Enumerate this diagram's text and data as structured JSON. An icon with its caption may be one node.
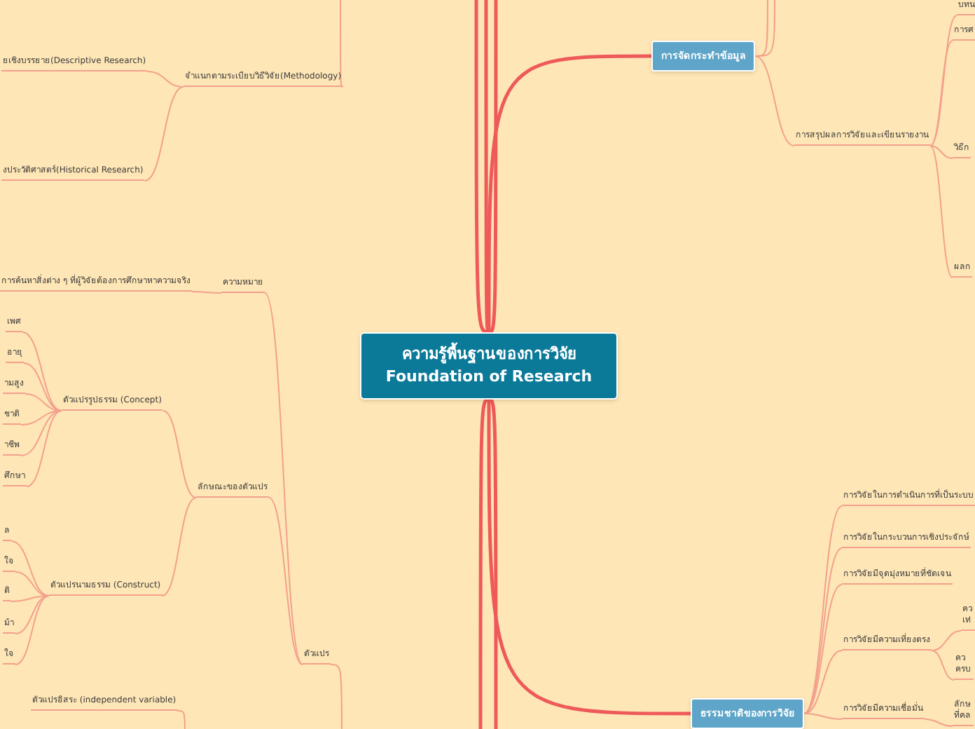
{
  "diagram": {
    "nodes": [
      {
        "text": [
          "ความรู้พื้นฐานของการวิจัย",
          "Foundation of Research"
        ]
      },
      {
        "text": [
          "การจัดกระทำข้อมูล"
        ]
      },
      {
        "text": [
          "ธรรมชาติของการวิจัย"
        ]
      },
      {
        "text": [
          "จำแนกตามระเบียบวิธีวิจัย(Methodology)"
        ]
      },
      {
        "text": [
          "ยเชิงบรรยาย(Descriptive Research)"
        ]
      },
      {
        "text": [
          "งประวัติศาสตร์(Historical Research)"
        ]
      },
      {
        "text": [
          "ความหมาย"
        ]
      },
      {
        "text": [
          "การค้นหาสิ่งต่าง ๆ ที่ผู้วิจัยต้องการศึกษาหาความจริง"
        ]
      },
      {
        "text": [
          "ตัวแปร"
        ]
      },
      {
        "text": [
          "ลักษณะของตัวแปร"
        ]
      },
      {
        "text": [
          "ตัวแปรรูปธรรม (Concept)"
        ]
      },
      {
        "text": [
          "เพศ"
        ]
      },
      {
        "text": [
          "อายุ"
        ]
      },
      {
        "text": [
          "ามสูง"
        ]
      },
      {
        "text": [
          "ชาติ"
        ]
      },
      {
        "text": [
          "าชีพ"
        ]
      },
      {
        "text": [
          "ศึกษา"
        ]
      },
      {
        "text": [
          "ตัวแปรนามธรรม (Construct)"
        ]
      },
      {
        "text": [
          "ล"
        ]
      },
      {
        "text": [
          "ใจ"
        ]
      },
      {
        "text": [
          "ติ"
        ]
      },
      {
        "text": [
          "ม้า"
        ]
      },
      {
        "text": [
          "ใจ"
        ]
      },
      {
        "text": [
          "การสรุปผลการวิจัยและเขียนรายงาน"
        ]
      },
      {
        "text": [
          "การวิจัยในการดำเนินการที่เป็นระบบ"
        ]
      },
      {
        "text": [
          "การวิจัยในกระบวนการเชิงประจักษ์"
        ]
      },
      {
        "text": [
          "การวิจัยมีจุดมุ่งหมายที่ชัดเจน"
        ]
      },
      {
        "text": [
          "การวิจัยมีความเที่ยงตรง"
        ]
      },
      {
        "text": [
          "การวิจัยมีความเชื่อมั่น"
        ]
      },
      {
        "text": [
          "บทน"
        ]
      },
      {
        "text": [
          "ตัวแปรอิสระ (independent variable)"
        ]
      },
      {
        "text": [
          "การศ"
        ]
      },
      {
        "text": [
          "วิธีก"
        ]
      },
      {
        "text": [
          "ผลก"
        ]
      },
      {
        "text": [
          "คว เท่"
        ]
      },
      {
        "text": [
          "คว ครบ"
        ]
      },
      {
        "text": [
          "ลักษ ที่คล"
        ]
      }
    ],
    "edges": [
      {
        "from": 0,
        "to": 1,
        "arrow": "none",
        "style": "thick",
        "color": "#ee5a5a"
      },
      {
        "from": 0,
        "to": 2,
        "arrow": "none",
        "style": "thick",
        "color": "#ee5a5a"
      },
      {
        "from": 0,
        "to": null,
        "arrow": "none",
        "style": "thick",
        "color": "#ee5a5a"
      },
      {
        "from": 0,
        "to": null,
        "arrow": "none",
        "style": "thick",
        "color": "#ee5a5a"
      },
      {
        "from": 0,
        "to": null,
        "arrow": "none",
        "style": "thick",
        "color": "#ee5a5a"
      },
      {
        "from": 0,
        "to": null,
        "arrow": "none",
        "style": "thick",
        "color": "#ee5a5a"
      },
      {
        "from": 0,
        "to": null,
        "arrow": "none",
        "style": "thick",
        "color": "#ee5a5a"
      },
      {
        "from": 1,
        "to": null,
        "arrow": "none"
      },
      {
        "from": 1,
        "to": null,
        "arrow": "none"
      },
      {
        "from": 1,
        "to": 23,
        "arrow": "none"
      },
      {
        "from": 23,
        "to": 29,
        "arrow": "none"
      },
      {
        "from": 23,
        "to": 31,
        "arrow": "none"
      },
      {
        "from": 23,
        "to": 32,
        "arrow": "none"
      },
      {
        "from": 23,
        "to": 33,
        "arrow": "none"
      },
      {
        "from": null,
        "to": 3,
        "arrow": "none"
      },
      {
        "from": 3,
        "to": 4,
        "arrow": "none"
      },
      {
        "from": 3,
        "to": 5,
        "arrow": "none"
      },
      {
        "from": null,
        "to": 8,
        "arrow": "none"
      },
      {
        "from": 8,
        "to": 6,
        "arrow": "none"
      },
      {
        "from": 6,
        "to": 7,
        "arrow": "none"
      },
      {
        "from": 8,
        "to": 9,
        "arrow": "none"
      },
      {
        "from": 9,
        "to": 10,
        "arrow": "none"
      },
      {
        "from": 9,
        "to": 17,
        "arrow": "none"
      },
      {
        "from": 10,
        "to": 11,
        "arrow": "none"
      },
      {
        "from": 10,
        "to": 12,
        "arrow": "none"
      },
      {
        "from": 10,
        "to": 13,
        "arrow": "none"
      },
      {
        "from": 10,
        "to": 14,
        "arrow": "none"
      },
      {
        "from": 10,
        "to": 15,
        "arrow": "none"
      },
      {
        "from": 10,
        "to": 16,
        "arrow": "none"
      },
      {
        "from": 17,
        "to": 18,
        "arrow": "none"
      },
      {
        "from": 17,
        "to": 19,
        "arrow": "none"
      },
      {
        "from": 17,
        "to": 20,
        "arrow": "none"
      },
      {
        "from": 17,
        "to": 21,
        "arrow": "none"
      },
      {
        "from": 17,
        "to": 22,
        "arrow": "none"
      },
      {
        "from": null,
        "to": 30,
        "arrow": "none"
      },
      {
        "from": 2,
        "to": 24,
        "arrow": "none"
      },
      {
        "from": 2,
        "to": 25,
        "arrow": "none"
      },
      {
        "from": 2,
        "to": 26,
        "arrow": "none"
      },
      {
        "from": 2,
        "to": 27,
        "arrow": "none"
      },
      {
        "from": 2,
        "to": 28,
        "arrow": "none"
      },
      {
        "from": 27,
        "to": 34,
        "arrow": "none"
      },
      {
        "from": 27,
        "to": 35,
        "arrow": "none"
      },
      {
        "from": 28,
        "to": 36,
        "arrow": "none"
      }
    ]
  }
}
